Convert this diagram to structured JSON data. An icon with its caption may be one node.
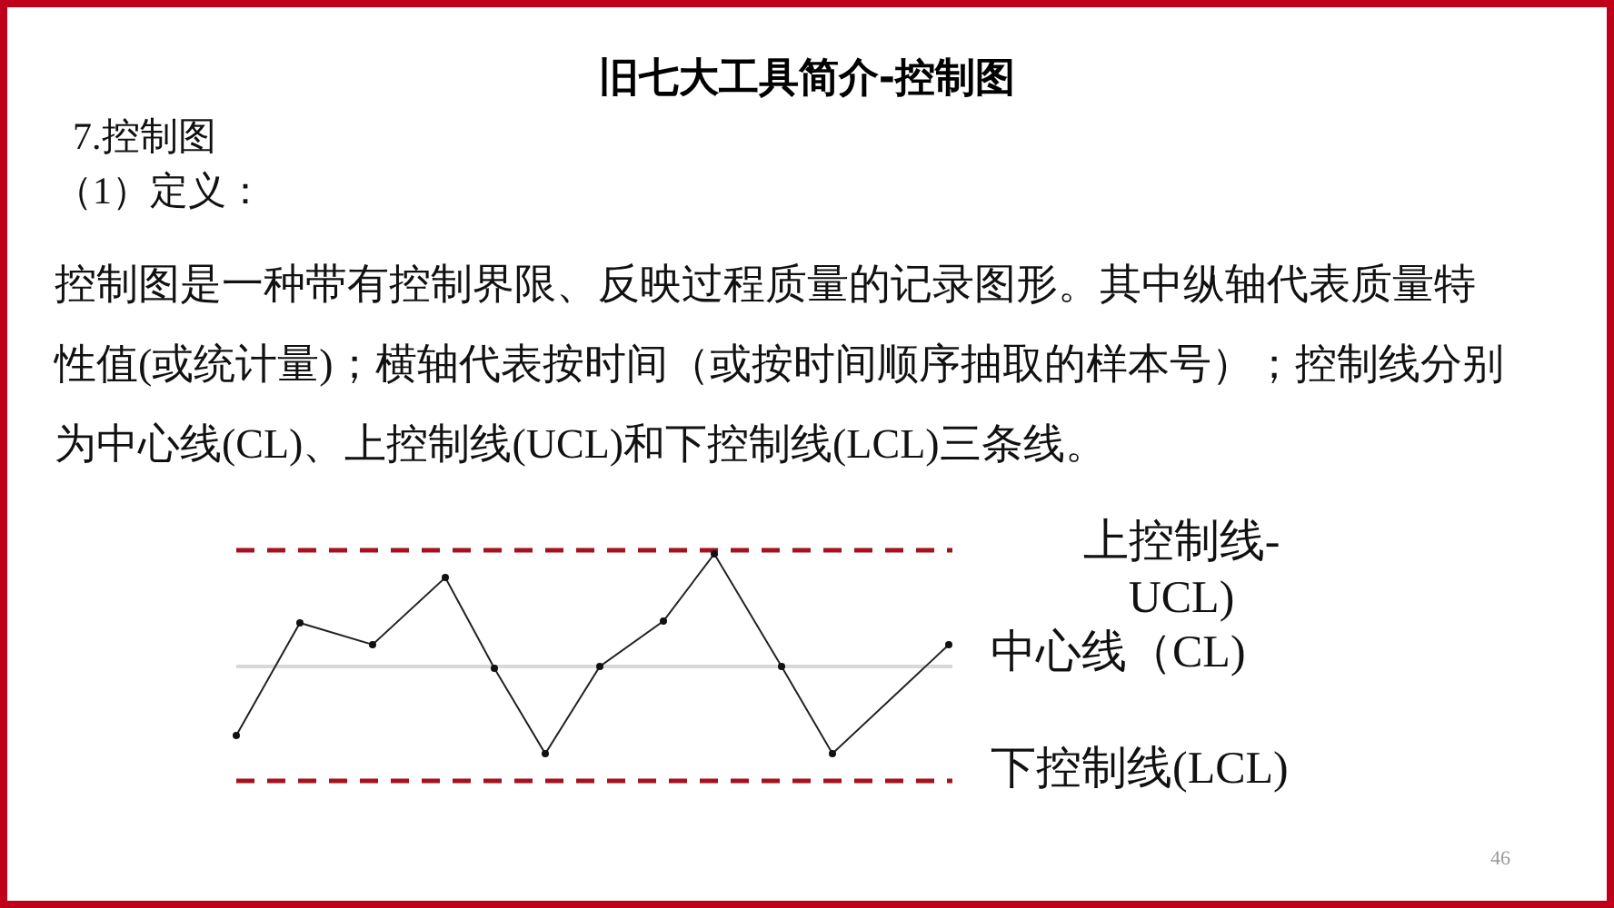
{
  "diagram": {
    "title": "旧七大工具简介-控制图",
    "labels": [
      "7.控制图",
      "（1）定义：",
      "控制图是一种带有控制界限、反映过程质量的记录图形。其中纵轴代表质量特性值(或统计量)；横轴代表按时间（或按时间顺序抽取的样本号）；控制线分别为中心线(CL)、上控制线(UCL)和下控制线(LCL)三条线。",
      "上控制线-UCL)",
      "中心线（CL)",
      "下控制线(LCL)",
      "46"
    ]
  }
}
